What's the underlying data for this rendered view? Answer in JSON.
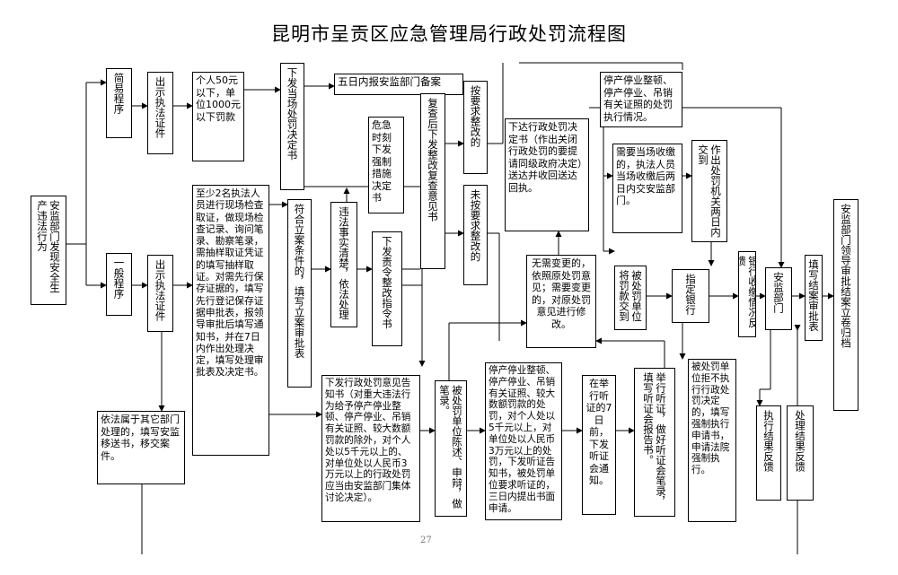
{
  "title": "昆明市呈贡区应急管理局行政处罚流程图",
  "page_number": "27",
  "boxes": {
    "start": "安监部门发现安全生产违法行为",
    "simple": "简易程序",
    "general": "一般程序",
    "cert1": "出示执法证件",
    "cert2": "出示执法证件",
    "fine_small": "个人50元以下，单位1000元以下罚款",
    "onsite_decision": "下发当场处罚决定书",
    "five_day": "五日内报安监部门备案",
    "investigate": "至少2名执法人员进行现场检查取证，做现场检查记录、询问笔录、勘察笔录，需抽样取证凭证的填写抽样取证。对需先行保存证据的，填写先行登记保存证据申批表，报领导审批后填写通知书，并在7日内作出处理决定，填写处理审批表及决定书。",
    "transfer": "依法属于其它部门处理的，填写安监移送书，移交案件。",
    "case_accept": "符合立案条件的，填写立案审批表",
    "facts_clear": "违法事实清楚，依法处理",
    "order_fix": "下发责令整改指令书",
    "danger": "危急时刻下发强制措施决定书",
    "recheck": "复查后下发整改复查意见书",
    "fixed_ok": "按要求整改的",
    "not_fixed": "未按要求整改的",
    "prior_notice": "下发行政处罚意见告知书（对重大违法行为给予停产停业整顿、停产停业、吊销有关证照、较大数额罚款的除外，对个人处以5千元以上的、对单位处以人民币3万元以上的行政处罚应当由安监部门集体讨论决定）。",
    "statement": "被处罚单位陈述、申辩，做笔录。",
    "hearing_notice": "停产停业整顿、停产停业、吊销有关证照、较大数额罚款的处罚，对个人处以5千元以上，对单位处以人民币3万元以上的处罚，下发听证告知书，被处罚单位要求听证的，三日内提出书面申请。",
    "hearing_7day": "在举行听证的7日前，下发听证会通知。",
    "hearing_hold": "举行听证，做好听证会笔录，填写听证会报告书。",
    "no_change": "无需变更的，依照原处罚意见；需要变更的，对原处罚意见进行修改。",
    "issue_decision": "下达行政处罚决定书（作出关闭行政处罚的要提请同级政府决定）送达并收回送达回执。",
    "suspend_report": "停产停业整顿、停产停业、吊销有关证照的处罚执行情况。",
    "onsite_collect": "需要当场收缴的，执法人员当场收缴后两日内交安监部门。",
    "to_authority": "作出处罚机关两日内交到",
    "pay_fine": "被处罚单位将罚款交到",
    "designated_bank": "指定银行",
    "bank_feedback": "银行收缴情况反馈",
    "safety_dept": "安监部门",
    "case_closure_form": "填写结案审批表",
    "leader_approve": "安监部门领导审批结案立卷归档",
    "refuse": "被处罚单位拒不执行行政处罚决定的，填写强制执行申请书，申请法院强制执行。",
    "exec_feedback": "执行结果反馈",
    "result_feedback": "处理结果反馈"
  }
}
